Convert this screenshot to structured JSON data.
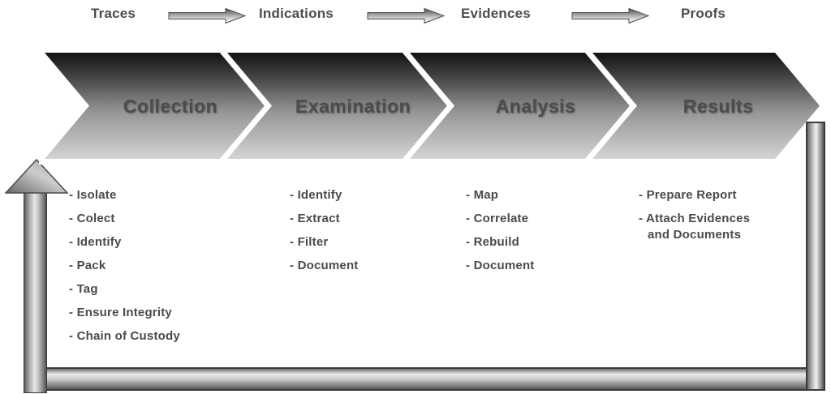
{
  "top_flow": {
    "labels": [
      "Traces",
      "Indications",
      "Evidences",
      "Proofs"
    ]
  },
  "stages": [
    {
      "label": "Collection",
      "tasks": [
        "- Isolate",
        "- Colect",
        "- Identify",
        "- Pack",
        "- Tag",
        "- Ensure Integrity",
        "- Chain of Custody"
      ]
    },
    {
      "label": "Examination",
      "tasks": [
        "- Identify",
        "- Extract",
        "- Filter",
        "- Document"
      ]
    },
    {
      "label": "Analysis",
      "tasks": [
        "- Map",
        "- Correlate",
        "- Rebuild",
        "- Document"
      ]
    },
    {
      "label": "Results",
      "tasks": [
        "- Prepare Report",
        "- Attach Evidences and Documents"
      ]
    }
  ],
  "icons": {
    "flow_arrow": "right-arrow",
    "feedback_arrow": "up-arrow"
  },
  "colors": {
    "background": "#ffffff",
    "label_text": "#4d4d4d",
    "chevron_gradient_top": "#121212",
    "chevron_gradient_bottom": "#d4d4d4",
    "pipe_outline": "#3a3a3a"
  }
}
